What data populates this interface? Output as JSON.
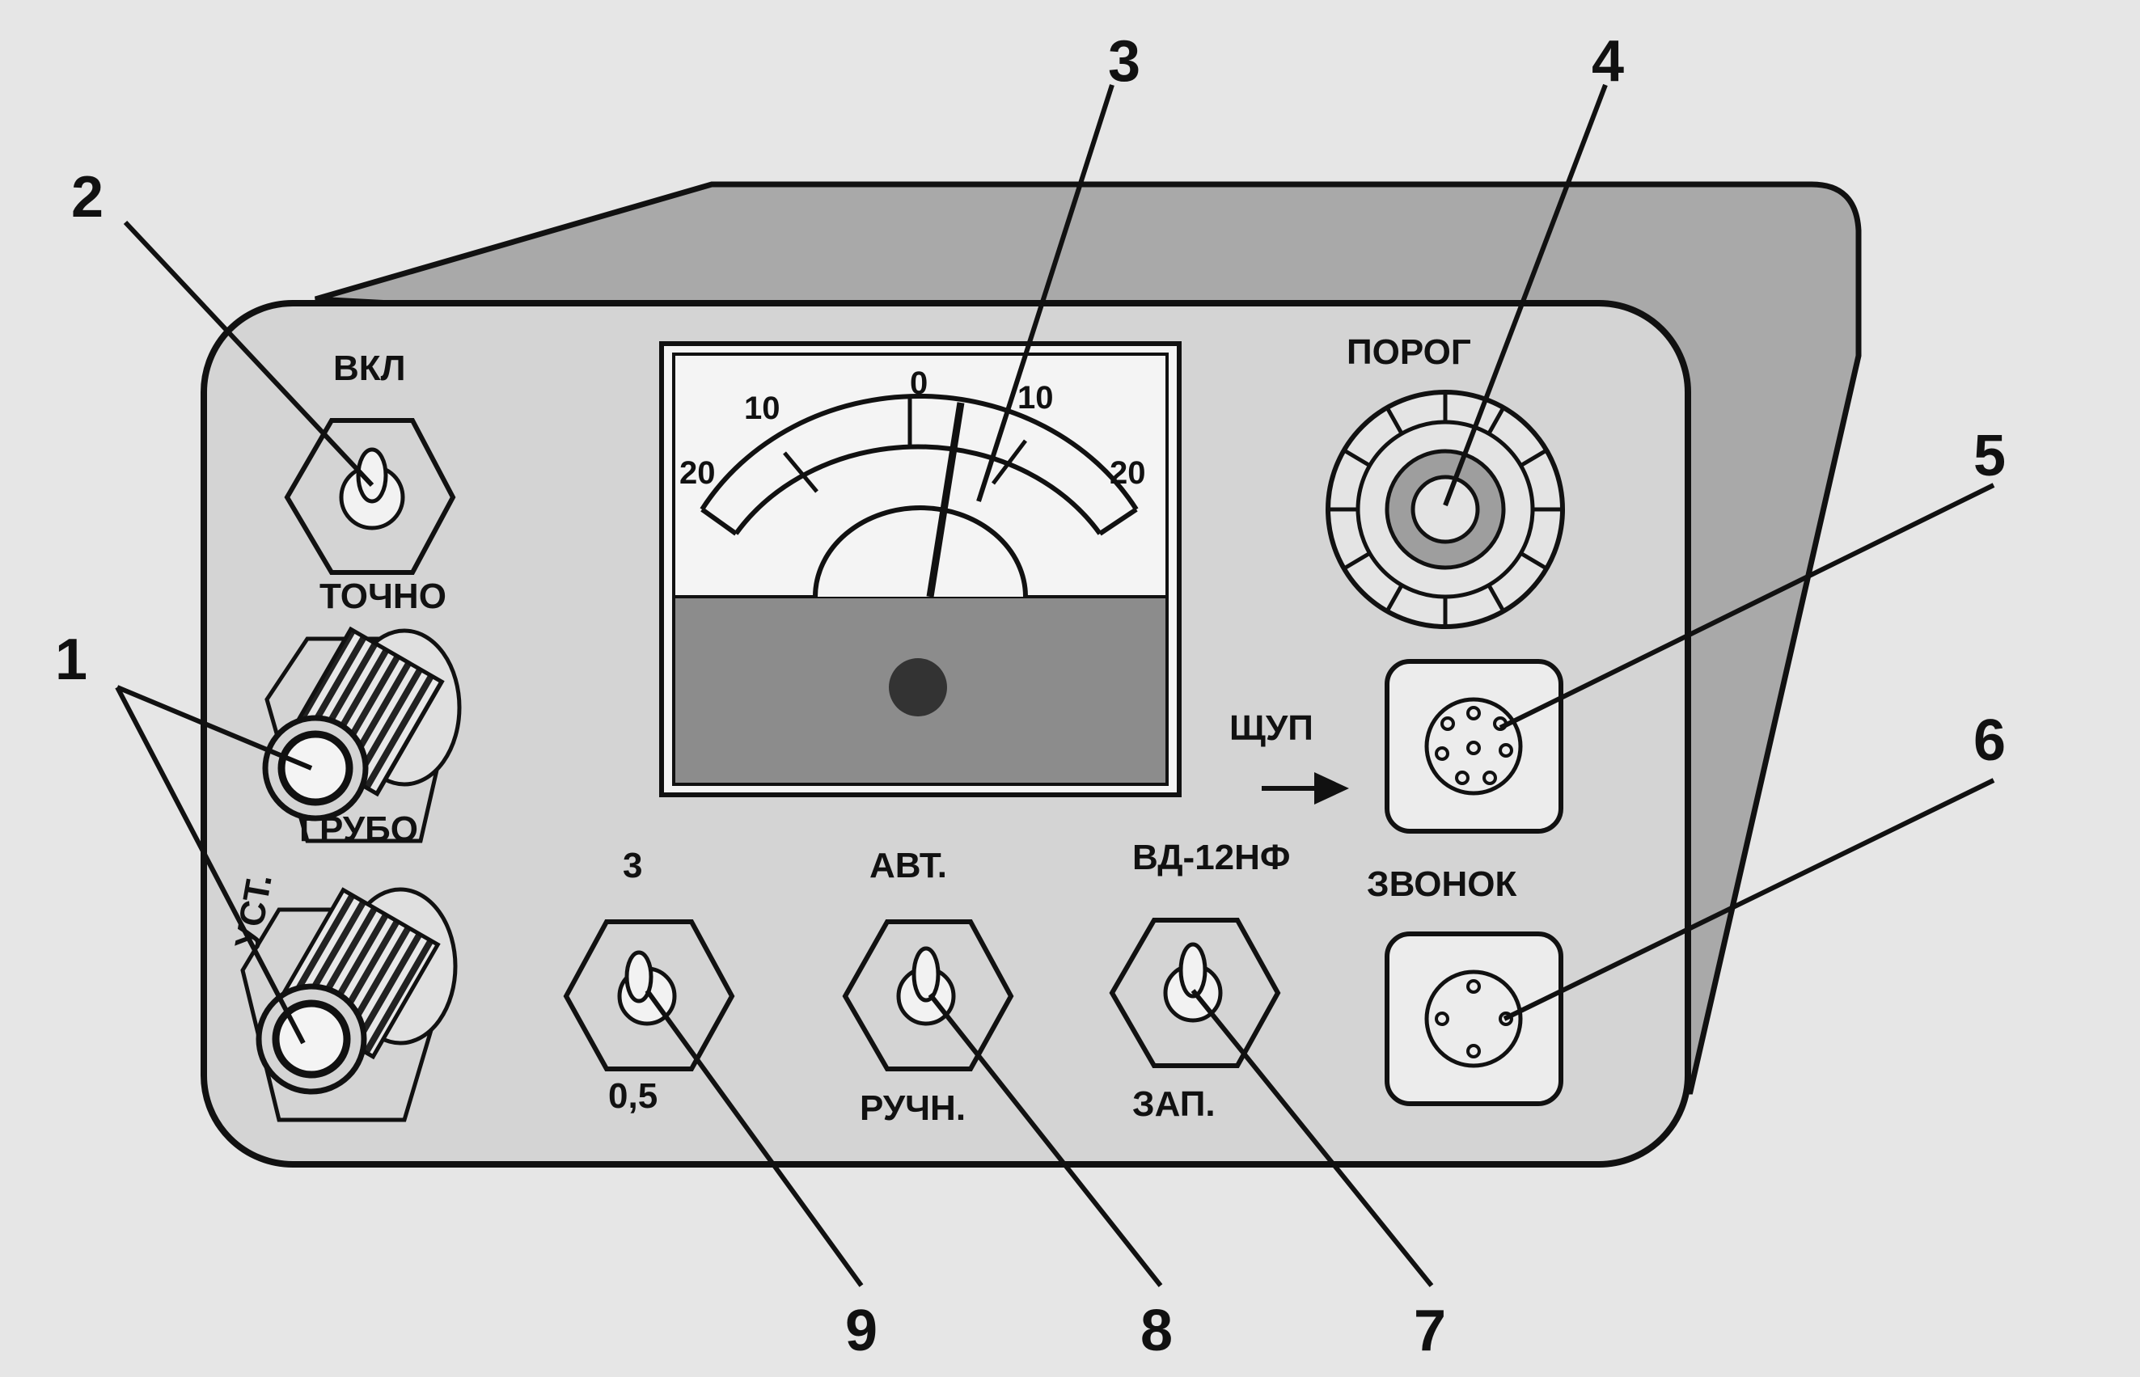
{
  "panel": {
    "power_switch": {
      "label_top": "ВКЛ",
      "label_bottom": "ТОЧНО"
    },
    "adjust_knobs": {
      "label_side": "УСТ.",
      "label_coarse": "ГРУБО"
    },
    "meter": {
      "scale_labels": {
        "left_20": "20",
        "left_10": "10",
        "zero": "0",
        "right_10": "10",
        "right_20": "20"
      }
    },
    "threshold_knob": {
      "label": "ПОРОГ"
    },
    "probe_connector": {
      "label": "ЩУП",
      "arrow": "→"
    },
    "bell_connector": {
      "label": "ЗВОНОК"
    },
    "switch_9": {
      "label_top": "3",
      "label_bottom": "0,5"
    },
    "switch_8": {
      "label_top": "АВТ.",
      "label_bottom": "РУЧН."
    },
    "switch_7": {
      "label_top": "ВД-12НФ",
      "label_bottom": "ЗАП."
    }
  },
  "callouts": {
    "c1": "1",
    "c2": "2",
    "c3": "3",
    "c4": "4",
    "c5": "5",
    "c6": "6",
    "c7": "7",
    "c8": "8",
    "c9": "9"
  },
  "colors": {
    "panel_fill": "#d4d4d4",
    "body_fill": "#a9a9a9",
    "outline": "#111111",
    "meter_lower": "#8c8c8c",
    "knob_ring": "#9e9e9e"
  }
}
